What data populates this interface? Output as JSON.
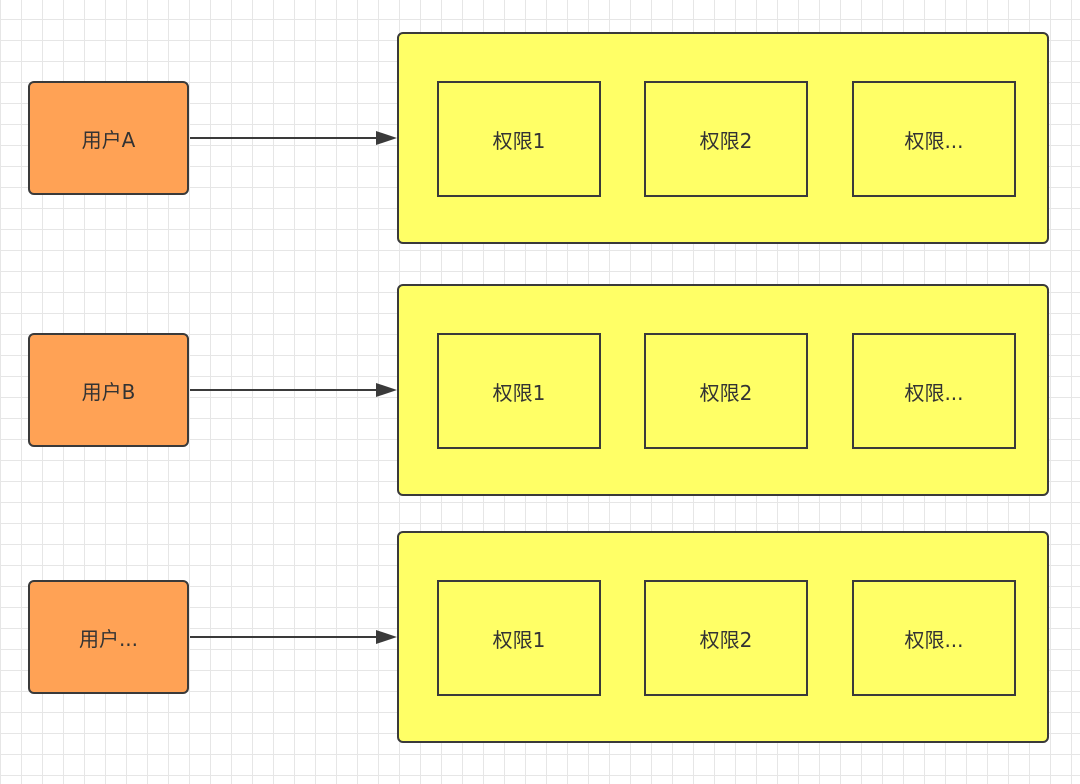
{
  "diagram": {
    "colors": {
      "user_fill": "#ffa255",
      "permission_fill": "#ffff66",
      "stroke": "#3a3a3a",
      "grid": "#e6e6e6"
    },
    "rows": [
      {
        "user": "用户A",
        "permissions": [
          "权限1",
          "权限2",
          "权限..."
        ]
      },
      {
        "user": "用户B",
        "permissions": [
          "权限1",
          "权限2",
          "权限..."
        ]
      },
      {
        "user": "用户...",
        "permissions": [
          "权限1",
          "权限2",
          "权限..."
        ]
      }
    ]
  }
}
